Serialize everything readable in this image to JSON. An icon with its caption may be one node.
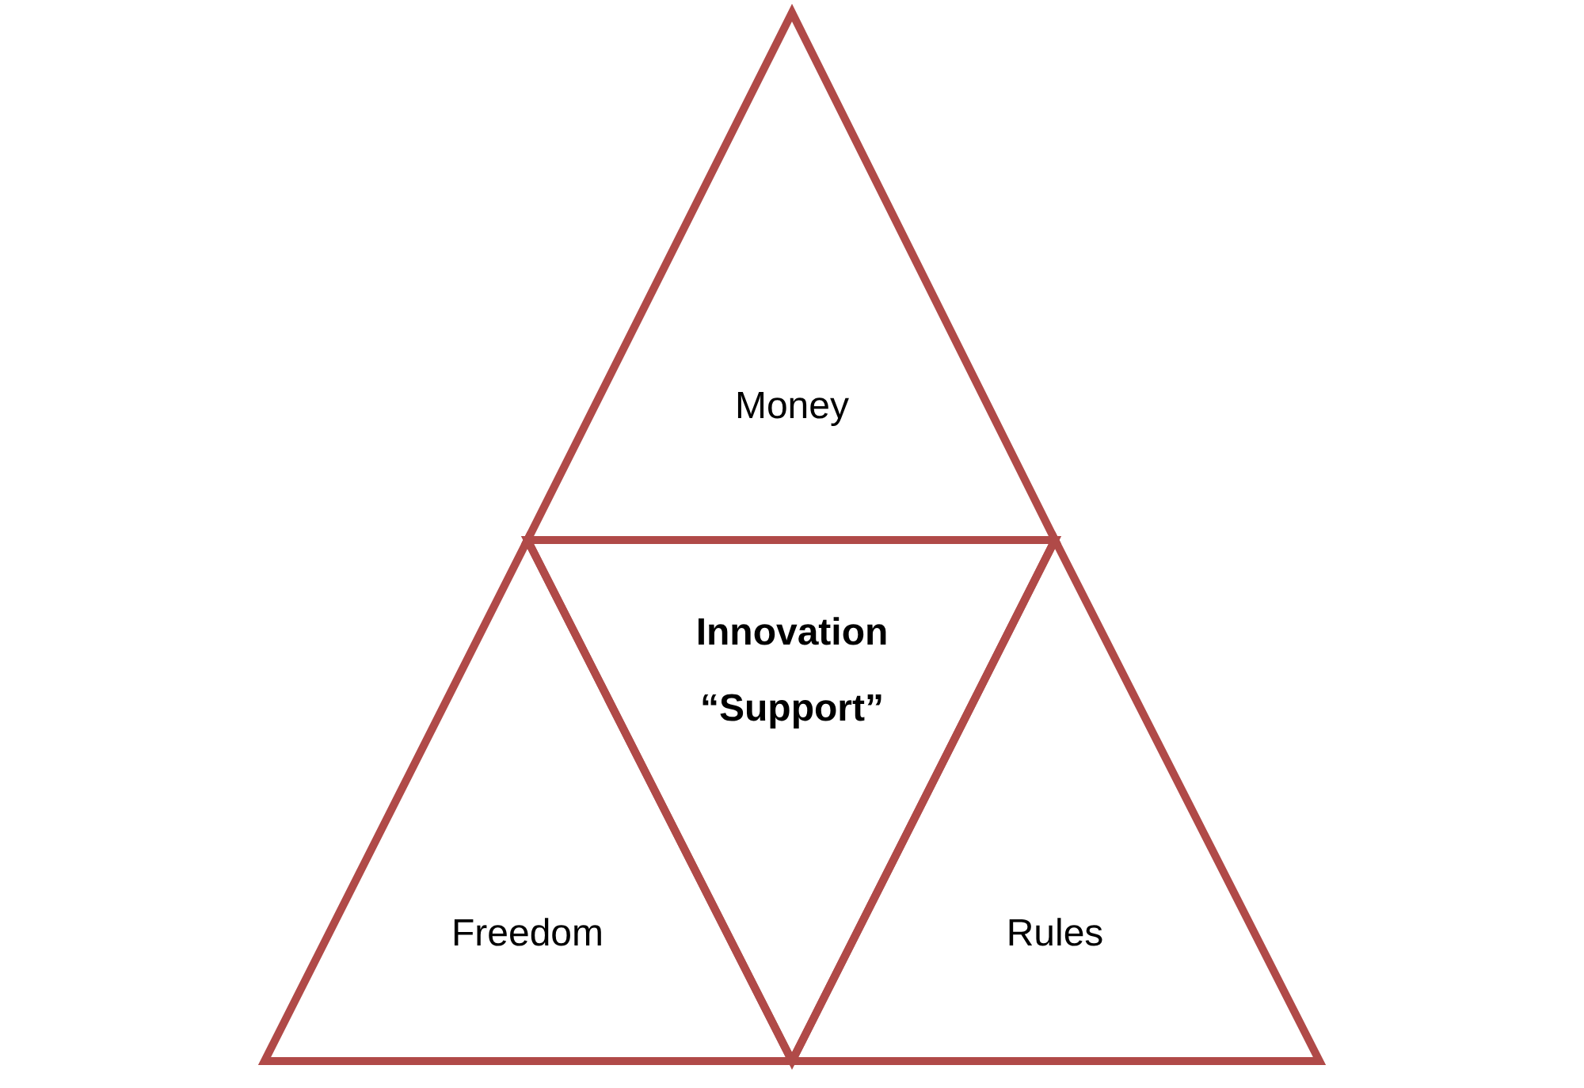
{
  "diagram": {
    "nodes": [
      {
        "text": [
          "Money"
        ]
      },
      {
        "text": [
          "Innovation “Support”"
        ]
      },
      {
        "text": [
          "Freedom"
        ]
      },
      {
        "text": [
          "Rules"
        ]
      }
    ]
  }
}
